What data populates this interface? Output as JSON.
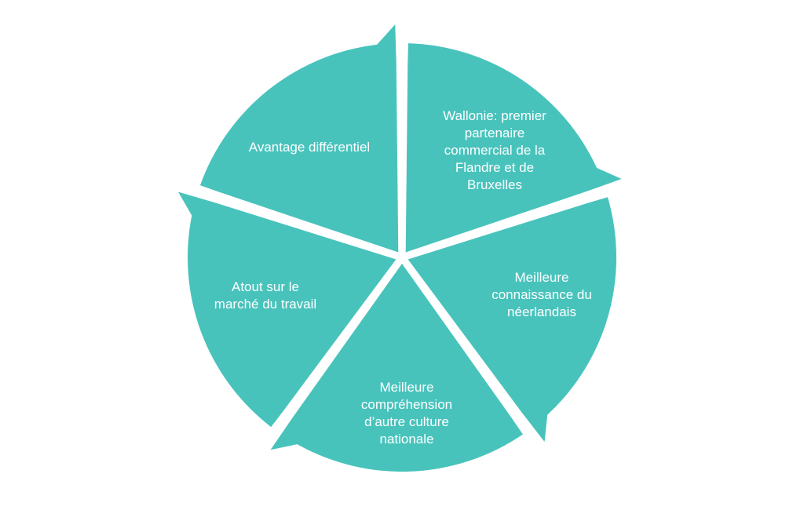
{
  "diagram": {
    "type": "segmented-cycle",
    "segment_color": "#48C3BC",
    "background_color": "#FFFFFF",
    "segments": [
      {
        "label": "Wallonie: premier\npartenaire\ncommercial de la\nFlandre et de\nBruxelles"
      },
      {
        "label": "Meilleure\nconnaissance du\nnéerlandais"
      },
      {
        "label": "Meilleure\ncompréhension\nd’autre culture\nnationale"
      },
      {
        "label": "Atout sur le\nmarché du travail"
      },
      {
        "label": "Avantage différentiel"
      }
    ]
  }
}
